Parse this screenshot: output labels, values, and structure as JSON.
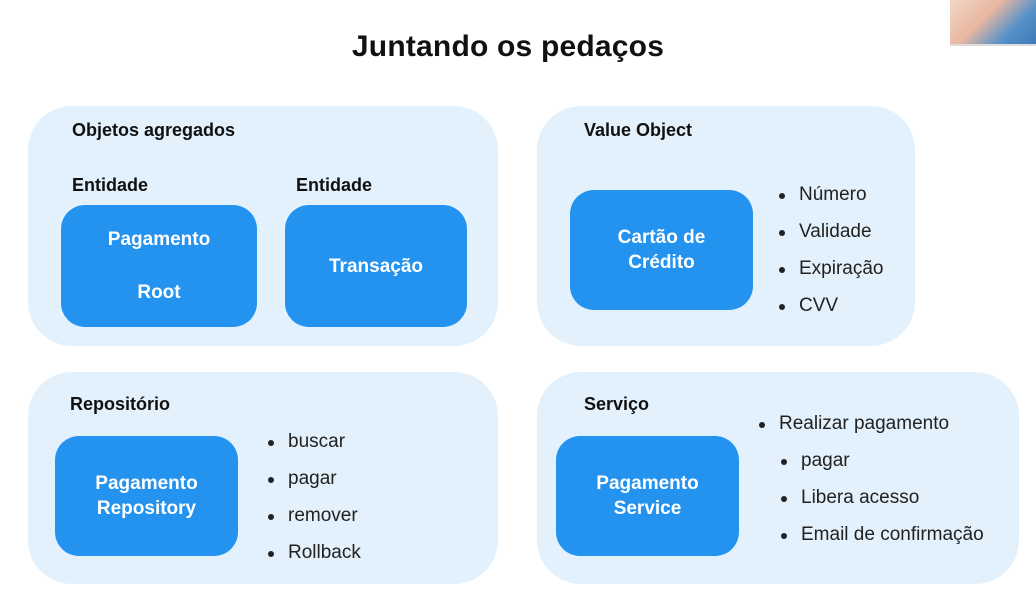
{
  "title": "Juntando os pedaços",
  "colors": {
    "panel_bg": "#e3f1fc",
    "box_bg": "#2493ef",
    "box_text": "#ffffff"
  },
  "aggregates": {
    "heading": "Objetos agregados",
    "entity1": {
      "heading": "Entidade",
      "line1": "Pagamento",
      "line2": "Root"
    },
    "entity2": {
      "heading": "Entidade",
      "line1": "Transação"
    }
  },
  "value_object": {
    "heading": "Value Object",
    "box_line1": "Cartão de",
    "box_line2": "Crédito",
    "items": [
      "Número",
      "Validade",
      "Expiração",
      "CVV"
    ]
  },
  "repository": {
    "heading": "Repositório",
    "box_line1": "Pagamento",
    "box_line2": "Repository",
    "items": [
      "buscar",
      "pagar",
      "remover",
      "Rollback"
    ]
  },
  "service": {
    "heading": "Serviço",
    "box_line1": "Pagamento",
    "box_line2": "Service",
    "items": [
      "Realizar pagamento",
      "pagar",
      "Libera acesso",
      "Email de confirmação"
    ]
  }
}
